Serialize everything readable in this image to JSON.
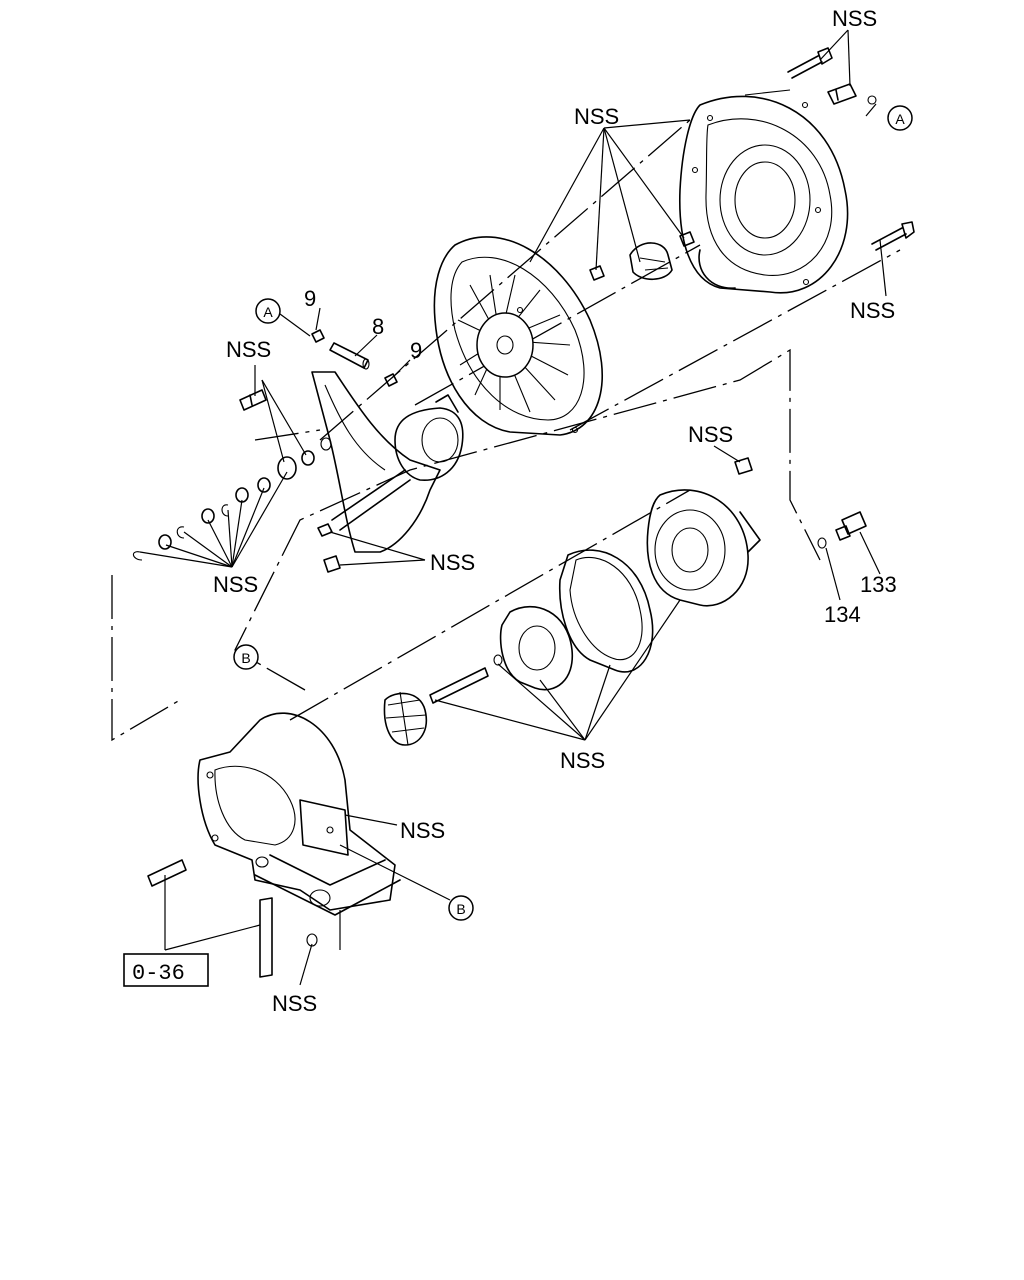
{
  "diagram": {
    "labels": {
      "nss": "NSS",
      "part_133": "133",
      "part_134": "134",
      "part_8": "8",
      "part_9": "9",
      "ref_a": "A",
      "ref_b": "B",
      "page_ref": "0-36"
    }
  }
}
